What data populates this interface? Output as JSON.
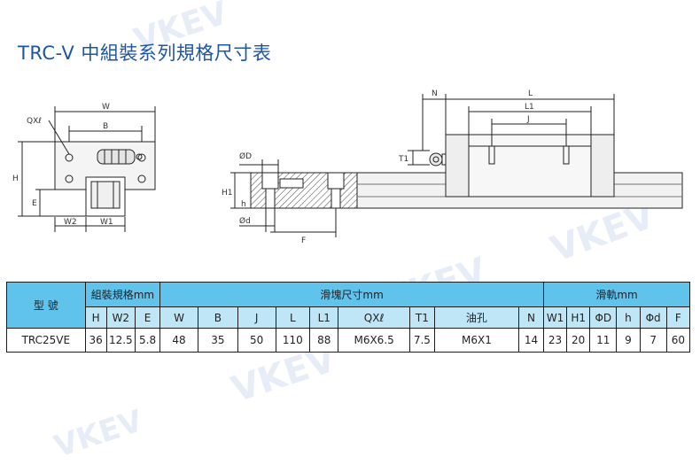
{
  "title": "TRC-V 中組裝系列規格尺寸表",
  "watermark": "VKEV",
  "drawing_labels": {
    "qxl": "QXℓ",
    "w": "W",
    "b": "B",
    "h": "H",
    "e": "E",
    "w2": "W2",
    "w1": "W1",
    "phi_d_big": "ØD",
    "h1": "H1",
    "h_small": "h",
    "phi_d_small": "Ød",
    "f": "F",
    "n": "N",
    "l": "L",
    "l1": "L1",
    "j": "J",
    "t1": "T1"
  },
  "table": {
    "model_header": "型 號",
    "groups": [
      {
        "label": "組裝規格mm"
      },
      {
        "label": "滑塊尺寸mm"
      },
      {
        "label": "滑軌mm"
      }
    ],
    "columns": [
      "H",
      "W2",
      "E",
      "W",
      "B",
      "J",
      "L",
      "L1",
      "QXℓ",
      "T1",
      "油孔",
      "N",
      "W1",
      "H1",
      "ΦD",
      "h",
      "Φd",
      "F"
    ],
    "rows": [
      {
        "model": "TRC25VE",
        "values": [
          "36",
          "12.5",
          "5.8",
          "48",
          "35",
          "50",
          "110",
          "88",
          "M6X6.5",
          "7.5",
          "M6X1",
          "14",
          "23",
          "20",
          "11",
          "9",
          "7",
          "60"
        ]
      }
    ]
  }
}
